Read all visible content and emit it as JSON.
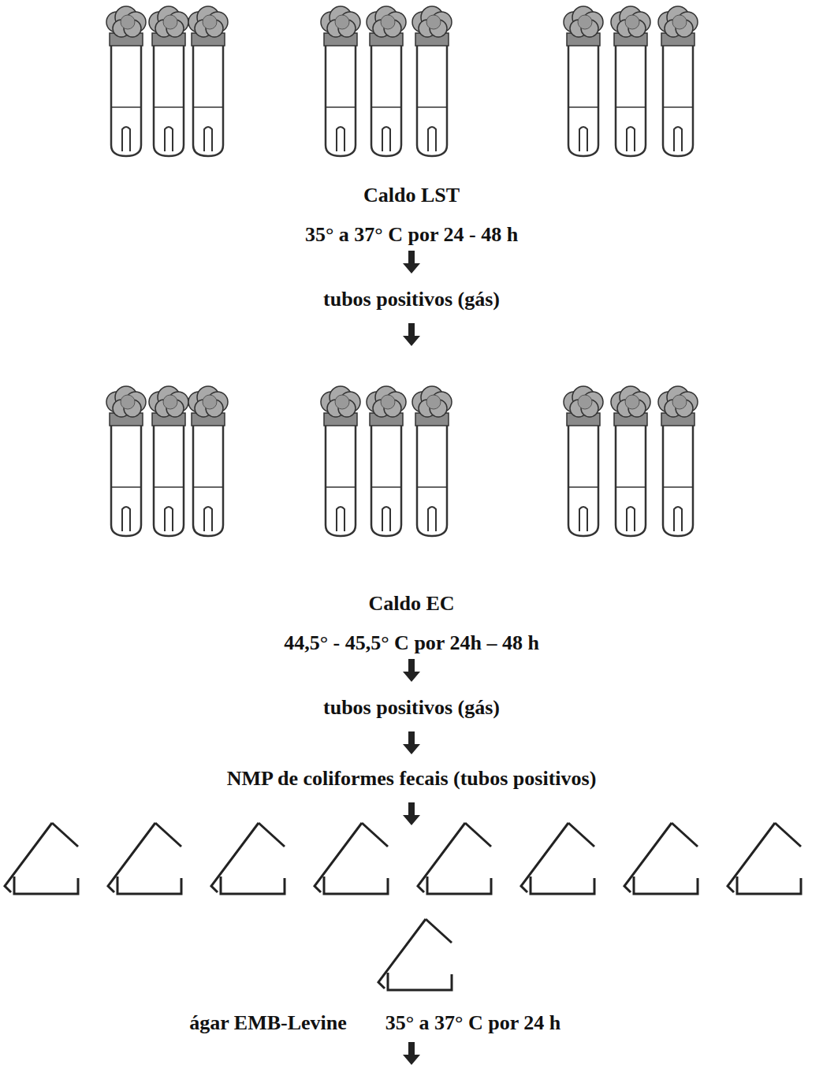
{
  "diagram": {
    "labels": [
      "Caldo LST",
      "35° a 37° C por 24 - 48 h",
      "tubos positivos (gás)",
      "Caldo EC",
      "44,5° - 45,5° C por 24h – 48 h",
      "tubos positivos (gás)",
      "NMP de coliformes fecais (tubos positivos)",
      "ágar EMB-Levine",
      "35° a 37° C por 24 h"
    ]
  }
}
